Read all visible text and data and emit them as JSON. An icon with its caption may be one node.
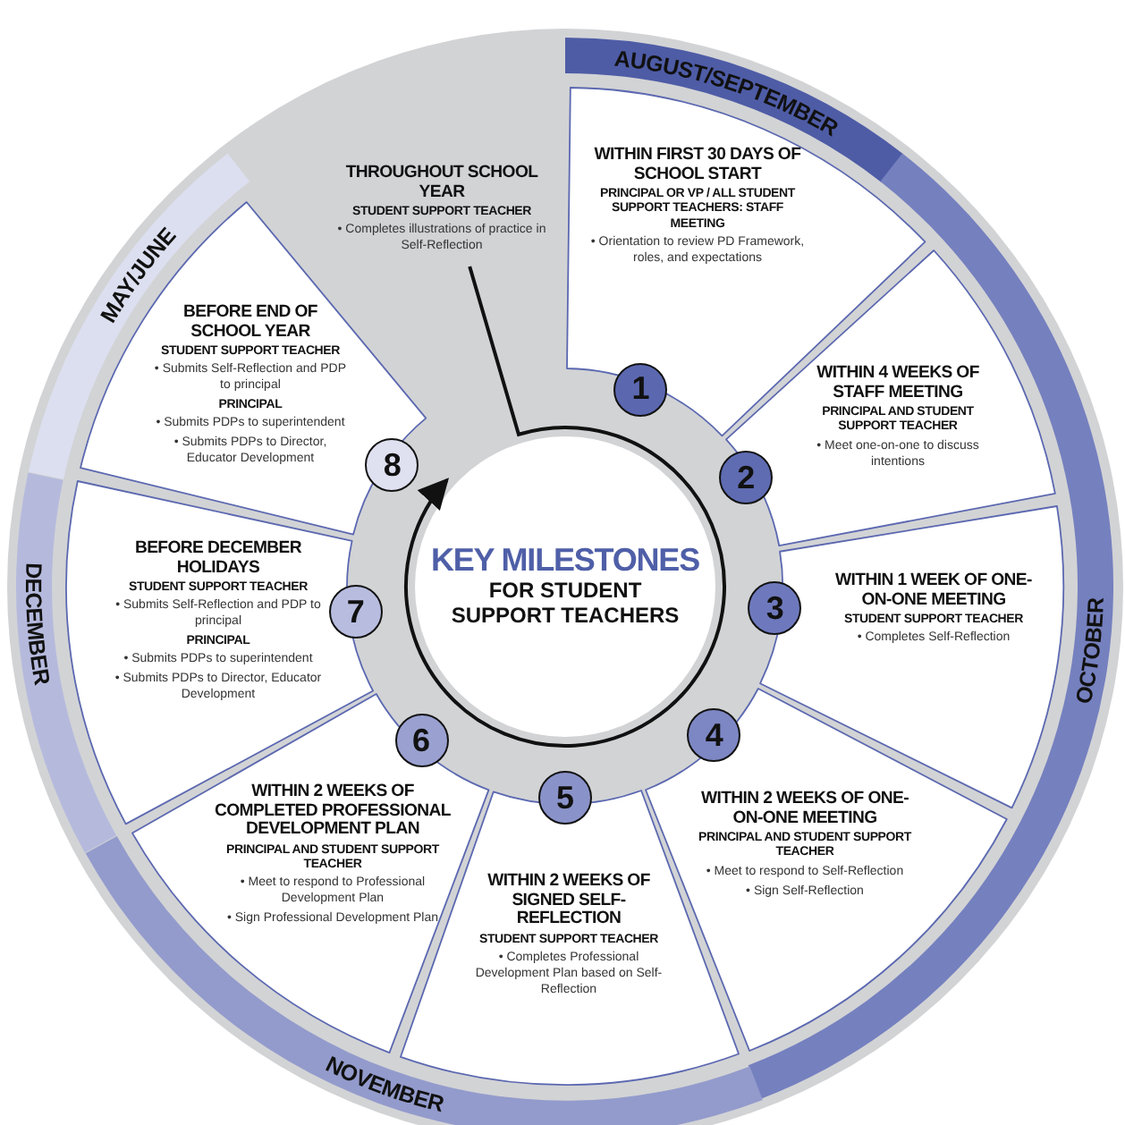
{
  "diagram": {
    "nodes": [
      {
        "text": [
          "AUGUST/SEPTEMBER"
        ]
      },
      {
        "text": [
          "OCTOBER"
        ]
      },
      {
        "text": [
          "NOVEMBER"
        ]
      },
      {
        "text": [
          "DECEMBER"
        ]
      },
      {
        "text": [
          "MAY/JUNE"
        ]
      },
      {
        "text": [
          "THROUGHOUT SCHOOL YEAR",
          "STUDENT SUPPORT TEACHER",
          "• Completes illustrations of practice in Self-Reflection"
        ]
      },
      {
        "text": [
          "WITHIN FIRST 30 DAYS OF SCHOOL START",
          "PRINCIPAL OR VP / ALL STUDENT SUPPORT TEACHERS: STAFF MEETING",
          "• Orientation to review PD Framework, roles, and expectations"
        ]
      },
      {
        "text": [
          "WITHIN 4 WEEKS OF STAFF MEETING",
          "PRINCIPAL AND STUDENT SUPPORT TEACHER",
          "• Meet one-on-one to discuss intentions"
        ]
      },
      {
        "text": [
          "WITHIN 1 WEEK OF ONE-ON-ONE MEETING",
          "STUDENT SUPPORT TEACHER",
          "• Completes Self-Reflection"
        ]
      },
      {
        "text": [
          "WITHIN 2 WEEKS OF ONE-ON-ONE MEETING",
          "PRINCIPAL AND STUDENT SUPPORT TEACHER",
          "• Meet to respond to Self-Reflection",
          "• Sign Self-Reflection"
        ]
      },
      {
        "text": [
          "WITHIN 2 WEEKS OF SIGNED SELF-REFLECTION",
          "STUDENT SUPPORT TEACHER",
          "• Completes Professional Development Plan based on Self-Reflection"
        ]
      },
      {
        "text": [
          "WITHIN 2 WEEKS OF COMPLETED PROFESSIONAL DEVELOPMENT PLAN",
          "PRINCIPAL AND STUDENT SUPPORT TEACHER",
          "• Meet to respond to Professional Development Plan",
          "• Sign Professional Development Plan"
        ]
      },
      {
        "text": [
          "BEFORE DECEMBER HOLIDAYS",
          "STUDENT SUPPORT TEACHER",
          "• Submits Self-Reflection and PDP to principal",
          "PRINCIPAL",
          "• Submits PDPs to superintendent",
          "• Submits PDPs to Director, Educator Development"
        ]
      },
      {
        "text": [
          "BEFORE END OF SCHOOL YEAR",
          "STUDENT SUPPORT TEACHER",
          "• Submits Self-Reflection and PDP to principal",
          "PRINCIPAL",
          "• Submits PDPs to superintendent",
          "• Submits PDPs to Director, Educator Development"
        ]
      },
      {
        "text": [
          "1"
        ]
      },
      {
        "text": [
          "2"
        ]
      },
      {
        "text": [
          "3"
        ]
      },
      {
        "text": [
          "4"
        ]
      },
      {
        "text": [
          "5"
        ]
      },
      {
        "text": [
          "6"
        ]
      },
      {
        "text": [
          "7"
        ]
      },
      {
        "text": [
          "8"
        ]
      },
      {
        "text": [
          "KEY MILESTONES",
          "FOR STUDENT SUPPORT TEACHERS"
        ]
      }
    ],
    "edges": [
      {
        "from": 5,
        "to": 22,
        "arrow": "to"
      }
    ]
  }
}
